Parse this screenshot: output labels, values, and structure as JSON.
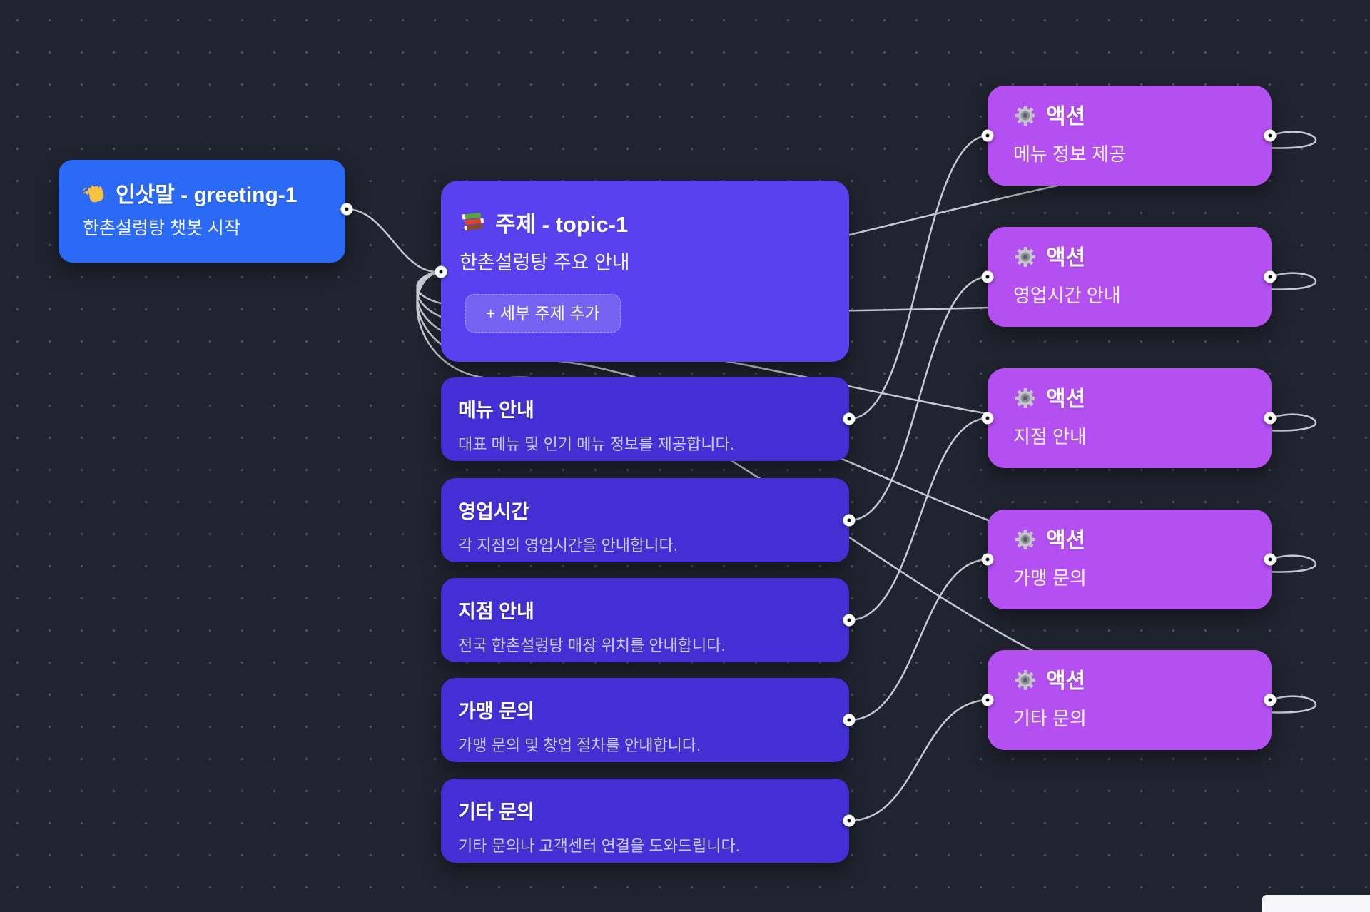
{
  "canvas": {
    "background_color": "#20242f",
    "dot_color": "#4b515e",
    "edge_color": "#c7cad2"
  },
  "colors": {
    "greeting_node": "#2b6af6",
    "topic_node": "#5941f0",
    "subtopic_node": "#432fd3",
    "action_node": "#b44ff2"
  },
  "nodes": {
    "greeting": {
      "icon": "waving-hand",
      "title": "인삿말 - greeting-1",
      "subtitle": "한촌설렁탕 챗봇 시작"
    },
    "topic": {
      "icon": "books",
      "title": "주제 - topic-1",
      "subtitle": "한촌설렁탕 주요 안내",
      "add_button": "+ 세부 주제 추가"
    },
    "subtopics": [
      {
        "title": "메뉴 안내",
        "desc": "대표 메뉴 및 인기 메뉴 정보를 제공합니다."
      },
      {
        "title": "영업시간",
        "desc": "각 지점의 영업시간을 안내합니다."
      },
      {
        "title": "지점 안내",
        "desc": "전국 한촌설렁탕 매장 위치를 안내합니다."
      },
      {
        "title": "가맹 문의",
        "desc": "가맹 문의 및 창업 절차를 안내합니다."
      },
      {
        "title": "기타 문의",
        "desc": "기타 문의나 고객센터 연결을 도와드립니다."
      }
    ],
    "actions": [
      {
        "icon": "gear",
        "title": "액션",
        "desc": "메뉴 정보 제공"
      },
      {
        "icon": "gear",
        "title": "액션",
        "desc": "영업시간 안내"
      },
      {
        "icon": "gear",
        "title": "액션",
        "desc": "지점 안내"
      },
      {
        "icon": "gear",
        "title": "액션",
        "desc": "가맹 문의"
      },
      {
        "icon": "gear",
        "title": "액션",
        "desc": "기타 문의"
      }
    ]
  }
}
